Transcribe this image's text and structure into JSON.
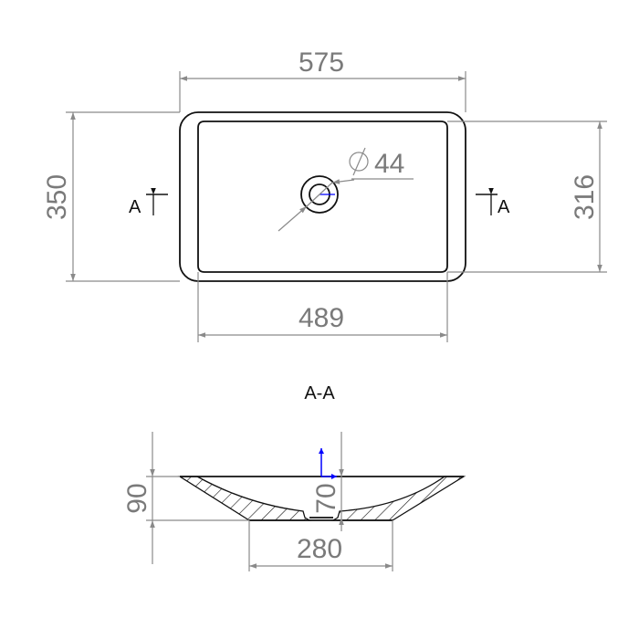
{
  "drawing": {
    "top_view": {
      "overall_width": "575",
      "overall_depth": "350",
      "inner_width": "489",
      "inner_depth": "316",
      "drain_diameter_symbol": "⌀",
      "drain_diameter": "44",
      "section_marker_left": "A",
      "section_marker_right": "A"
    },
    "section_view": {
      "title": "A-A",
      "overall_height": "90",
      "inner_depth": "70",
      "base_width": "280"
    },
    "colors": {
      "dimension": "#8a8a8a",
      "outline": "#111111",
      "axis": "#0000ff"
    }
  }
}
